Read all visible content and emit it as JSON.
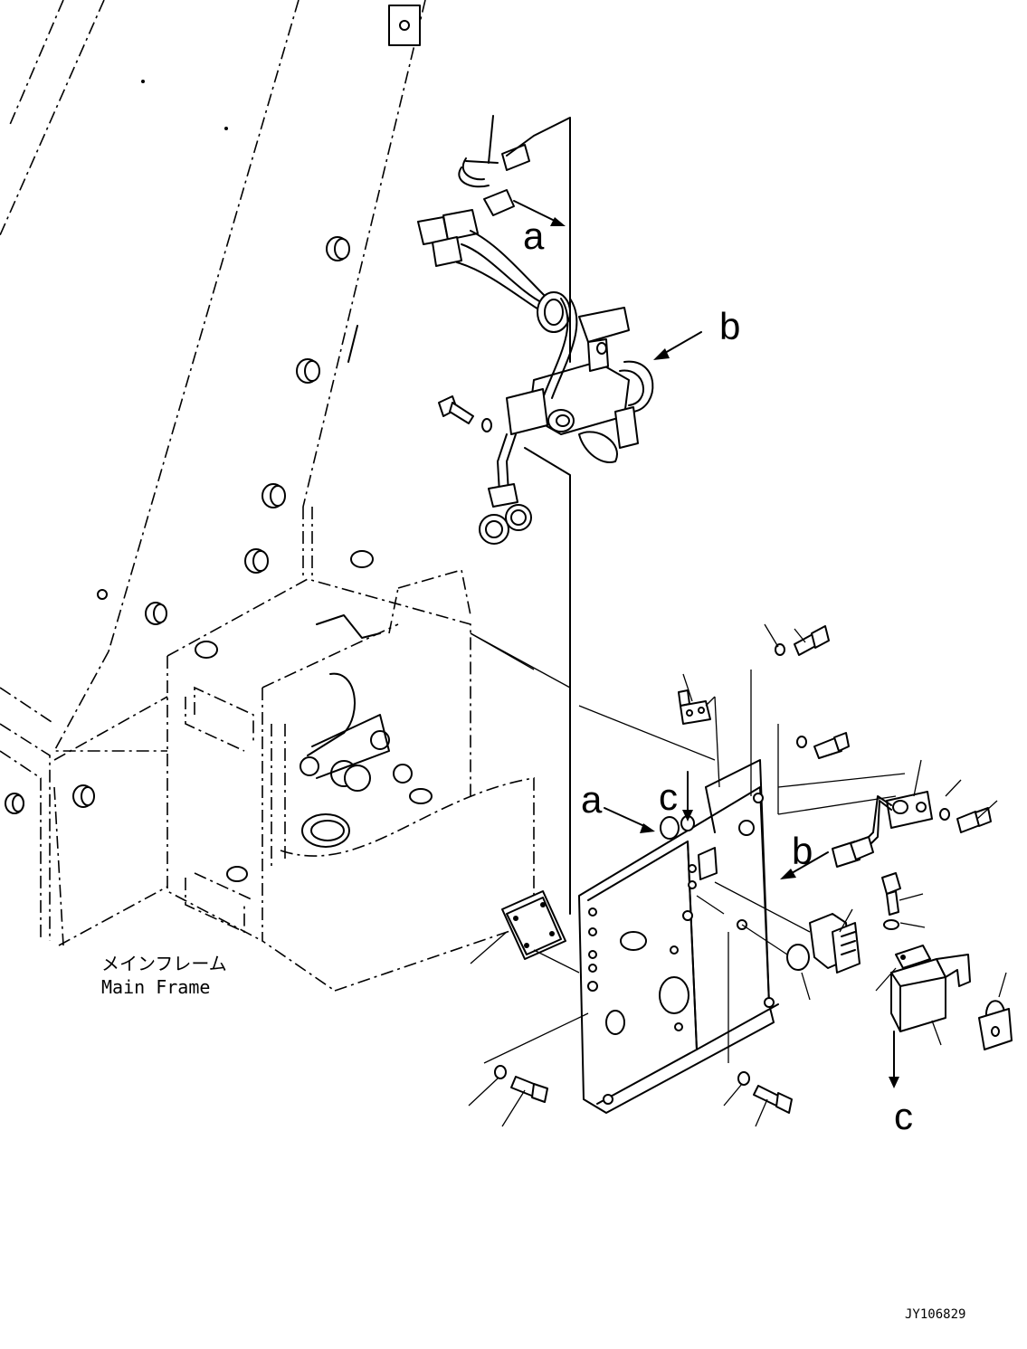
{
  "labels": {
    "frame_jp": "メインフレーム",
    "frame_en": "Main Frame",
    "view_a1": "a",
    "view_a2": "a",
    "view_b1": "b",
    "view_b2": "b",
    "view_c1": "c",
    "view_c2": "c",
    "drawing_no": "JY106829"
  }
}
